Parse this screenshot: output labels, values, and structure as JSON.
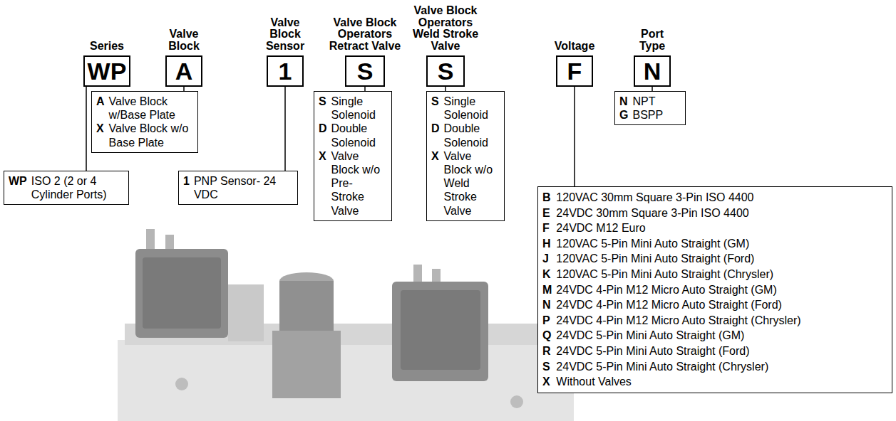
{
  "diagram": {
    "nodes": [
      {
        "text": [
          "Series",
          "WP"
        ]
      },
      {
        "text": [
          "Valve Block",
          "A"
        ]
      },
      {
        "text": [
          "Valve Block Sensor",
          "1"
        ]
      },
      {
        "text": [
          "Valve Block Operators Retract Valve",
          "S"
        ]
      },
      {
        "text": [
          "Valve Block Operators Weld Stroke Valve",
          "S"
        ]
      },
      {
        "text": [
          "Voltage",
          "F"
        ]
      },
      {
        "text": [
          "Port Type",
          "N"
        ]
      },
      {
        "text": [
          "A",
          "Valve Block w/Base Plate",
          "X",
          "Valve Block w/o Base Plate"
        ]
      },
      {
        "text": [
          "S",
          "Single Solenoid",
          "D",
          "Double Solenoid",
          "X",
          "Valve Block w/o Pre- Stroke Valve"
        ]
      },
      {
        "text": [
          "S",
          "Single Solenoid",
          "D",
          "Double Solenoid",
          "X",
          "Valve Block w/o Weld Stroke Valve"
        ]
      },
      {
        "text": [
          "N",
          "NPT",
          "G",
          "BSPP"
        ]
      },
      {
        "text": [
          "1",
          "PNP Sensor- 24 VDC"
        ]
      },
      {
        "text": [
          "WP",
          "ISO 2 (2 or 4 Cylinder Ports)"
        ]
      },
      {
        "text": [
          "B",
          "120VAC 30mm Square 3-Pin ISO 4400",
          "E",
          "24VDC 30mm Square 3-Pin ISO 4400",
          "F",
          "24VDC M12 Euro",
          "H",
          "120VAC 5-Pin Mini Auto Straight (GM)",
          "J",
          "120VAC 5-Pin Mini Auto Straight (Ford)",
          "K",
          "120VAC 5-Pin Mini Auto Straight (Chrysler)",
          "M",
          "24VDC 4-Pin M12 Micro Auto Straight (GM)",
          "N",
          "24VDC 4-Pin M12 Micro Auto Straight (Ford)",
          "P",
          "24VDC 4-Pin M12 Micro Auto Straight (Chrysler)",
          "Q",
          "24VDC 5-Pin Mini Auto Straight (GM)",
          "R",
          "24VDC 5-Pin Mini Auto Straight (Ford)",
          "S",
          "24VDC 5-Pin Mini Auto Straight (Chrysler)",
          "X",
          "Without Valves"
        ]
      }
    ],
    "edges": [
      {
        "from": 0,
        "to": 12,
        "arrow": "none"
      },
      {
        "from": 1,
        "to": 7,
        "arrow": "none"
      },
      {
        "from": 2,
        "to": 11,
        "arrow": "none"
      },
      {
        "from": 3,
        "to": 8,
        "arrow": "none"
      },
      {
        "from": 4,
        "to": 9,
        "arrow": "none"
      },
      {
        "from": 5,
        "to": 13,
        "arrow": "none"
      },
      {
        "from": 6,
        "to": 10,
        "arrow": "none"
      }
    ]
  }
}
